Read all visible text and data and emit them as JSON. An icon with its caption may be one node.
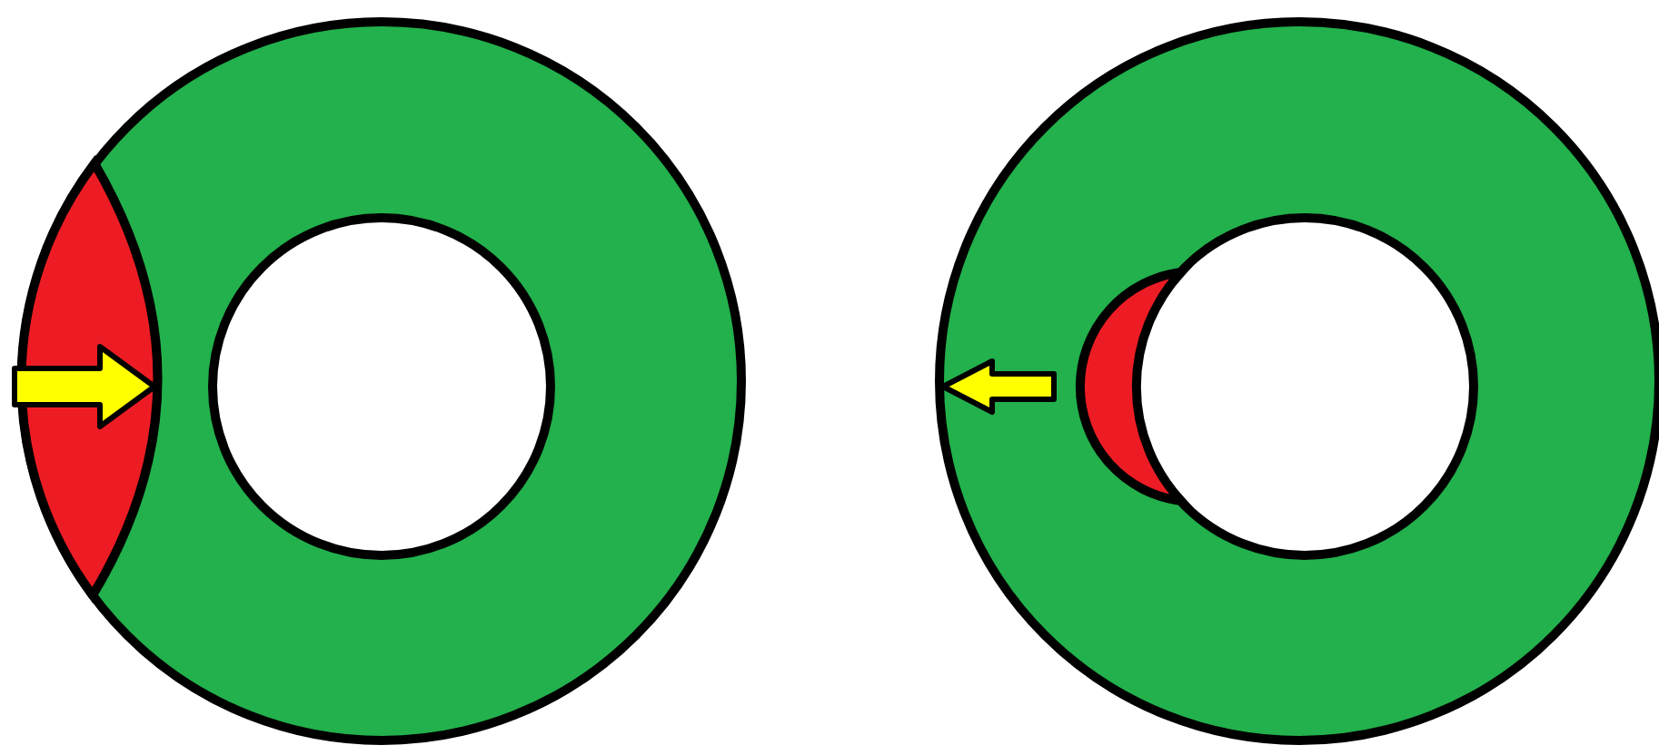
{
  "diagram": {
    "nodes": [
      {
        "text": [],
        "shape": "ring"
      },
      {
        "text": [],
        "shape": "lens",
        "in": 0
      },
      {
        "text": [],
        "shape": "ring"
      },
      {
        "text": [],
        "shape": "crescent",
        "in": 2
      }
    ]
  }
}
